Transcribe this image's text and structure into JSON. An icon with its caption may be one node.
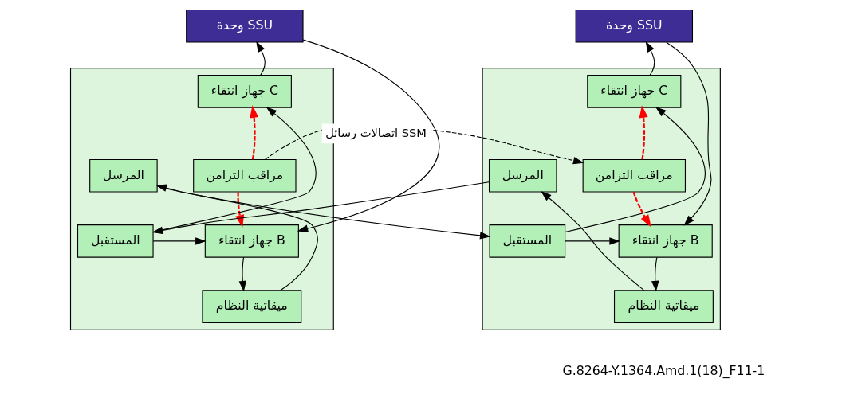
{
  "diagram": {
    "nodes": [
      {
        "text": [
          "وحدة SSU"
        ]
      },
      {
        "text": [],
        "shape": "box"
      },
      {
        "text": [
          "جهاز انتقاء C"
        ],
        "in": 1
      },
      {
        "text": [
          "مراقب التزامن"
        ],
        "in": 1
      },
      {
        "text": [
          "المرسل"
        ],
        "in": 1
      },
      {
        "text": [
          "المستقبل"
        ],
        "in": 1
      },
      {
        "text": [
          "جهاز انتقاء B"
        ],
        "in": 1
      },
      {
        "text": [
          "ميقاتية النظام"
        ],
        "in": 1
      },
      {
        "text": [
          "وحدة SSU"
        ]
      },
      {
        "text": [],
        "shape": "box"
      },
      {
        "text": [
          "جهاز انتقاء C"
        ],
        "in": 9
      },
      {
        "text": [
          "المرسل"
        ],
        "in": 9
      },
      {
        "text": [
          "مراقب التزامن"
        ],
        "in": 9
      },
      {
        "text": [
          "المستقبل"
        ],
        "in": 9
      },
      {
        "text": [
          "جهاز انتقاء B"
        ],
        "in": 9
      },
      {
        "text": [
          "ميقاتية النظام"
        ],
        "in": 9
      }
    ],
    "edges": [
      {
        "from": 0,
        "to": 6,
        "arrow": "to"
      },
      {
        "from": 2,
        "to": 0,
        "arrow": "to"
      },
      {
        "from": 3,
        "to": 2,
        "arrow": "to",
        "style": "dashed",
        "color": "#ff0000"
      },
      {
        "from": 3,
        "to": 6,
        "arrow": "to",
        "style": "dashed",
        "color": "#ff0000"
      },
      {
        "from": 5,
        "to": 6,
        "arrow": "to"
      },
      {
        "from": 5,
        "to": 2,
        "arrow": "to"
      },
      {
        "from": 6,
        "to": 7,
        "arrow": "to"
      },
      {
        "from": 7,
        "to": 4,
        "arrow": "to"
      },
      {
        "from": 4,
        "to": 13,
        "arrow": "to"
      },
      {
        "from": 11,
        "to": 5,
        "arrow": "to"
      },
      {
        "from": 3,
        "to": 12,
        "arrow": "to",
        "style": "dashed",
        "label": "اتصالات رسائل SSM"
      },
      {
        "from": 8,
        "to": 14,
        "arrow": "to"
      },
      {
        "from": 10,
        "to": 8,
        "arrow": "to"
      },
      {
        "from": 12,
        "to": 10,
        "arrow": "to",
        "style": "dashed",
        "color": "#ff0000"
      },
      {
        "from": 12,
        "to": 14,
        "arrow": "to",
        "style": "dashed",
        "color": "#ff0000"
      },
      {
        "from": 13,
        "to": 14,
        "arrow": "to"
      },
      {
        "from": 13,
        "to": 10,
        "arrow": "to"
      },
      {
        "from": 14,
        "to": 15,
        "arrow": "to"
      },
      {
        "from": 15,
        "to": 11,
        "arrow": "to"
      }
    ],
    "labels": [
      "G.8264-Y.1364.Amd.1(18)_F11-1"
    ]
  }
}
